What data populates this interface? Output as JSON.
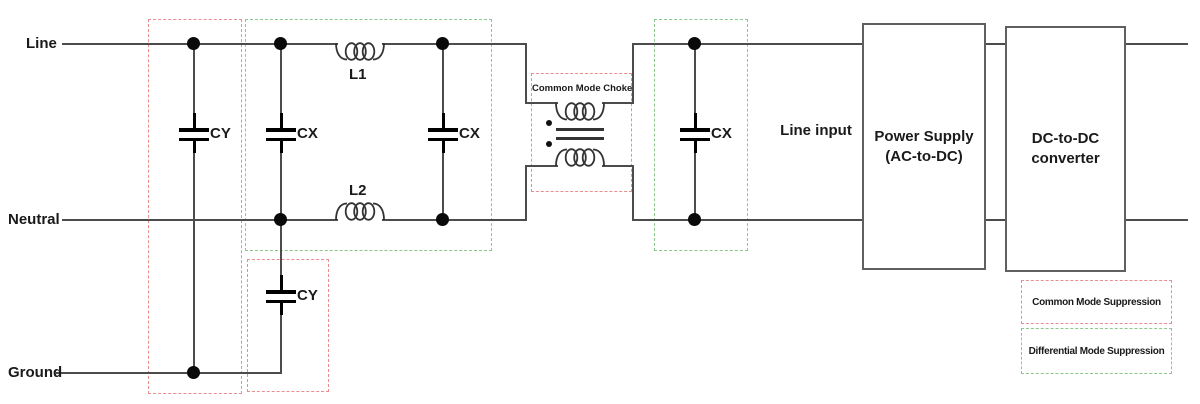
{
  "rails": {
    "line": "Line",
    "neutral": "Neutral",
    "ground": "Ground"
  },
  "components": {
    "cy1": "CY",
    "cx1": "CX",
    "l1": "L1",
    "cx2": "CX",
    "l2": "L2",
    "cy2": "CY",
    "choke": "Common Mode Choke",
    "cx3": "CX",
    "line_input": "Line input",
    "power_supply_line1": "Power Supply",
    "power_supply_line2": "(AC-to-DC)",
    "dcdc_line1": "DC-to-DC",
    "dcdc_line2": "converter"
  },
  "legend": {
    "common": {
      "label": "Common Mode Suppression",
      "color": "#ec8d8d"
    },
    "differential": {
      "label": "Differential Mode Suppression",
      "color": "#8cc88c"
    }
  },
  "colors": {
    "wire": "#4c4c4c",
    "component": "#000000",
    "common_mode_region": "#ec8d8d",
    "differential_mode_region": "#8cc88c"
  }
}
